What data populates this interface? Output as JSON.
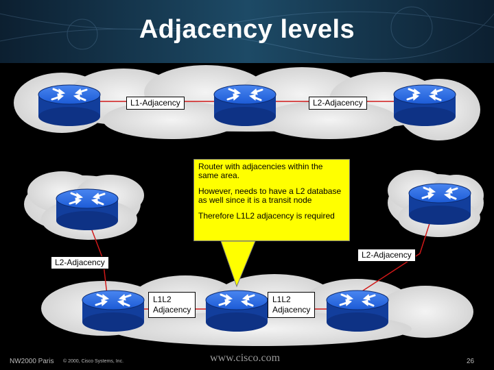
{
  "title": "Adjacency levels",
  "labels": {
    "l1_adjacency": "L1-Adjacency",
    "l2_adjacency_top": "L2-Adjacency",
    "l2_adjacency_left": "L2-Adjacency",
    "l2_adjacency_right": "L2-Adjacency",
    "l1l2_left": "L1L2\nAdjacency",
    "l1l2_right": "L1L2\nAdjacency"
  },
  "callout": {
    "line1": "Router with adjacencies within the same area.",
    "line2": "However, needs to have a L2 database as well since it is a transit node",
    "line3": "Therefore L1L2 adjacency is required"
  },
  "footer": {
    "left": "NW2000 Paris",
    "copyright": "© 2000, Cisco Systems, Inc.",
    "url": "www.cisco.com",
    "page": "26"
  },
  "colors": {
    "background": "#000000",
    "cloud": "#e6e6e6",
    "router": "#1c5bd6",
    "link": "#d01818",
    "callout": "#ffff00"
  }
}
